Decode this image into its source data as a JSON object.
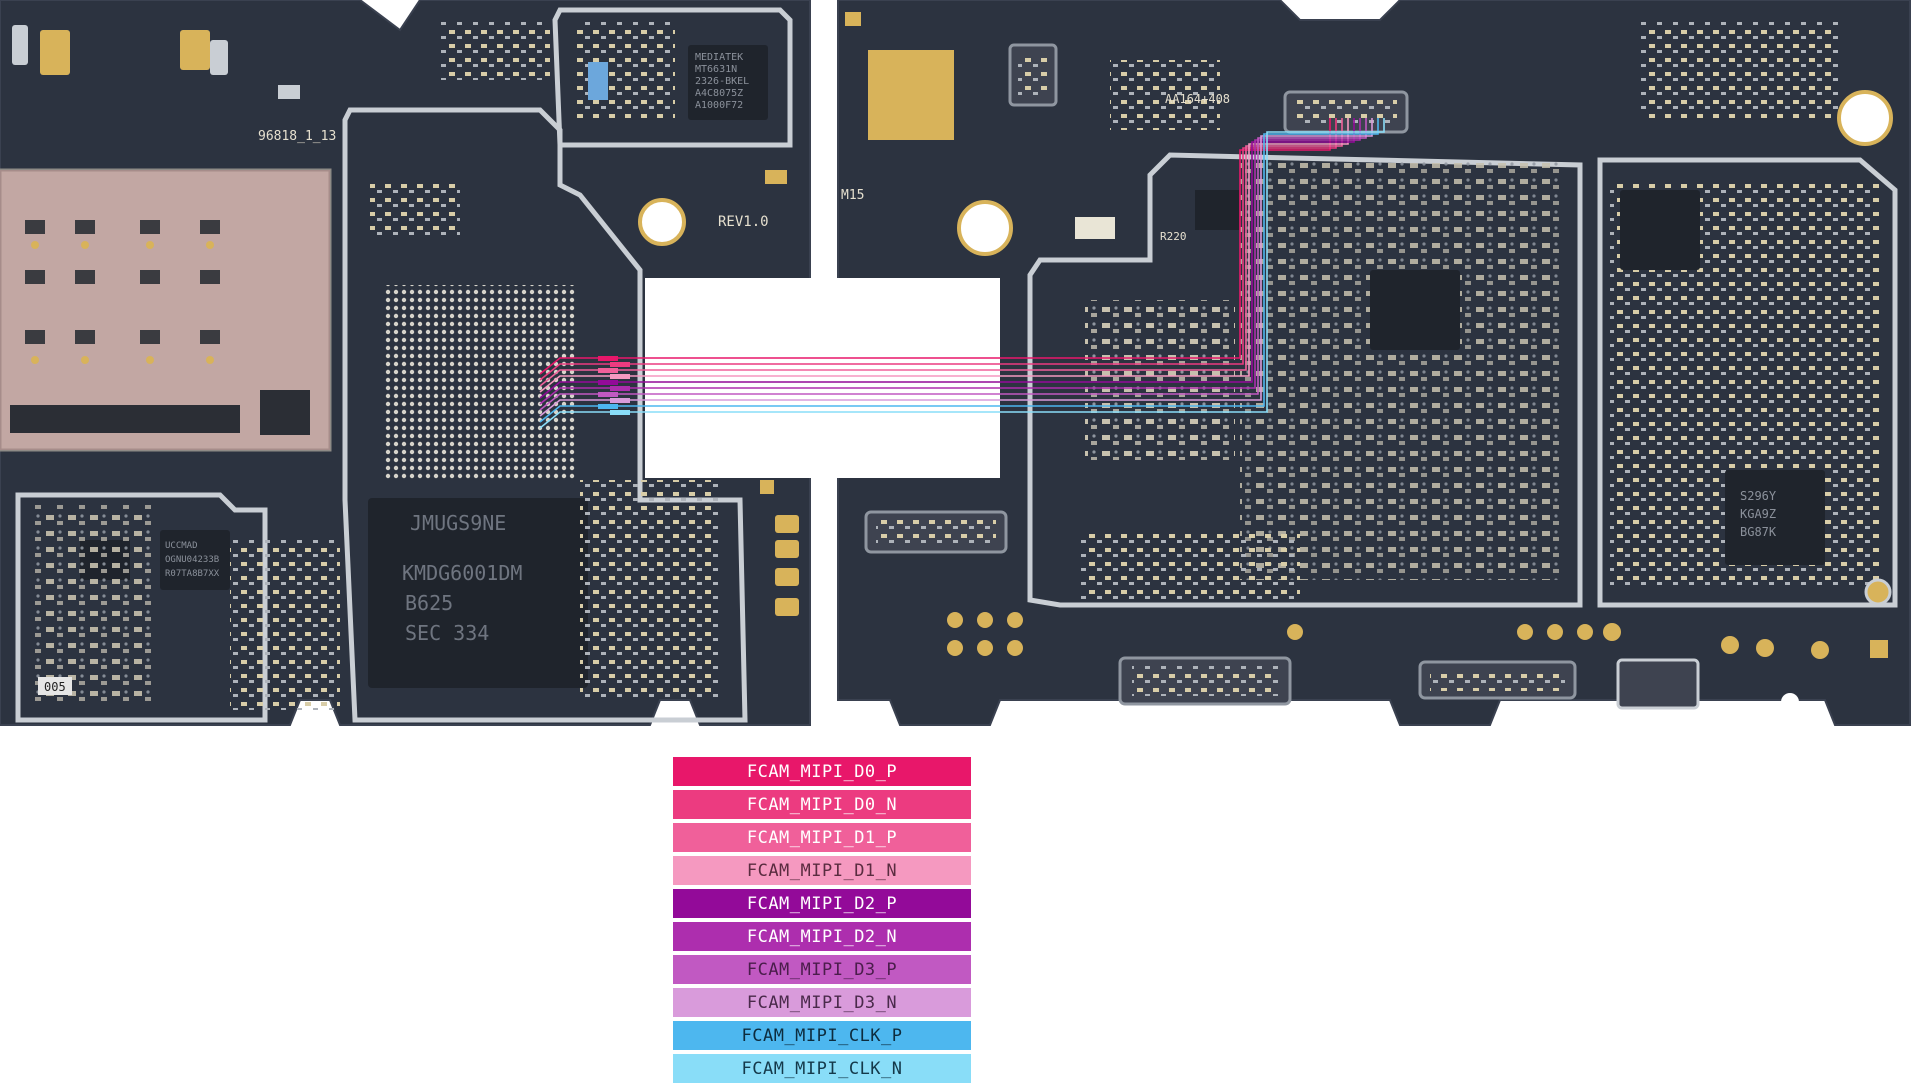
{
  "board": {
    "colors": {
      "pcb": "#2c3340",
      "pcb_edge": "#3a4150",
      "shield": "#c9ced4",
      "gold": "#d8b35a",
      "silk": "#e6e0cf",
      "pad": "#b8b4a8",
      "chip": "#1f242c"
    },
    "left_board": {
      "silkscreen": [
        {
          "id": "pcb-code",
          "text": "96818_1_13"
        },
        {
          "id": "revision",
          "text": "REV1.0"
        },
        {
          "id": "sticker",
          "text": "005"
        }
      ],
      "chips": [
        {
          "id": "mediatek",
          "lines": [
            "MEDIATEK",
            "MT6631N",
            "2326-BKEL",
            "A4C8075Z",
            "A1000F72"
          ]
        },
        {
          "id": "emmc",
          "lines": [
            "JMUGS9NE",
            "KMDG6001DM",
            "B625",
            "SEC 334"
          ]
        },
        {
          "id": "pmic",
          "lines": [
            "UCCMAD",
            "OGNU04233B",
            "R07TA8B7XX"
          ]
        }
      ]
    },
    "right_board": {
      "silkscreen": [
        {
          "id": "board-id",
          "text": "AA164+408"
        },
        {
          "id": "m15",
          "text": "M15"
        },
        {
          "id": "r220",
          "text": "R220"
        }
      ],
      "chips": [
        {
          "id": "rf-chip",
          "lines": [
            "S296Y",
            "KGA9Z",
            "BG87K"
          ]
        }
      ]
    },
    "trace_colors": [
      "#e8176a",
      "#ec3b80",
      "#f0609a",
      "#f599c0",
      "#930a99",
      "#ad2eae",
      "#c159c2",
      "#d99bdb",
      "#4db7ef",
      "#89ddf8"
    ]
  },
  "legend": [
    {
      "label": "FCAM_MIPI_D0_P",
      "bg": "#e8176a",
      "fg": "#ffffff"
    },
    {
      "label": "FCAM_MIPI_D0_N",
      "bg": "#ec3b80",
      "fg": "#ffffff"
    },
    {
      "label": "FCAM_MIPI_D1_P",
      "bg": "#f0609a",
      "fg": "#ffffff"
    },
    {
      "label": "FCAM_MIPI_D1_N",
      "bg": "#f599c0",
      "fg": "#5a2c40"
    },
    {
      "label": "FCAM_MIPI_D2_P",
      "bg": "#930a99",
      "fg": "#ffffff"
    },
    {
      "label": "FCAM_MIPI_D2_N",
      "bg": "#ad2eae",
      "fg": "#ffffff"
    },
    {
      "label": "FCAM_MIPI_D3_P",
      "bg": "#c159c2",
      "fg": "#4a1d4b"
    },
    {
      "label": "FCAM_MIPI_D3_N",
      "bg": "#d99bdb",
      "fg": "#4a2a4b"
    },
    {
      "label": "FCAM_MIPI_CLK_P",
      "bg": "#4db7ef",
      "fg": "#0d2c3e"
    },
    {
      "label": "FCAM_MIPI_CLK_N",
      "bg": "#89ddf8",
      "fg": "#14394a"
    }
  ]
}
